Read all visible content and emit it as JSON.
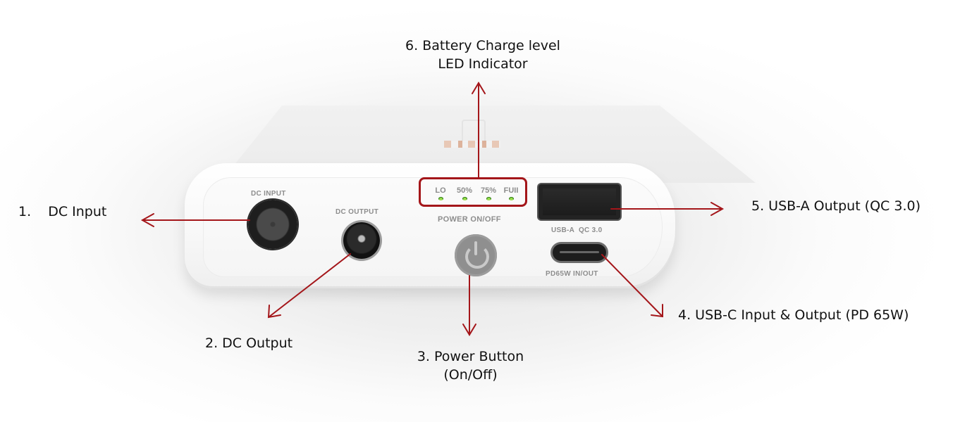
{
  "diagram": {
    "subject": "Power bank front panel",
    "arrow_color": "#a4161a",
    "callouts": [
      {
        "number": "1.",
        "label": "DC Input"
      },
      {
        "label": "2. DC Output"
      },
      {
        "line1": "3. Power Button",
        "line2": "(On/Off)"
      },
      {
        "label": "4. USB-C Input & Output (PD 65W)"
      },
      {
        "label": "5. USB-A Output (QC 3.0)"
      },
      {
        "line1": "6. Battery Charge level",
        "line2": "LED Indicator"
      }
    ],
    "device_labels": {
      "dc_input": "DC INPUT",
      "dc_output": "DC OUTPUT",
      "power": "POWER ON/OFF",
      "usb_a": "USB-A  QC 3.0",
      "usb_c": "PD65W IN/OUT"
    },
    "led_levels": [
      "LO",
      "50%",
      "75%",
      "FUII"
    ],
    "led_color": "#5fb82a"
  }
}
